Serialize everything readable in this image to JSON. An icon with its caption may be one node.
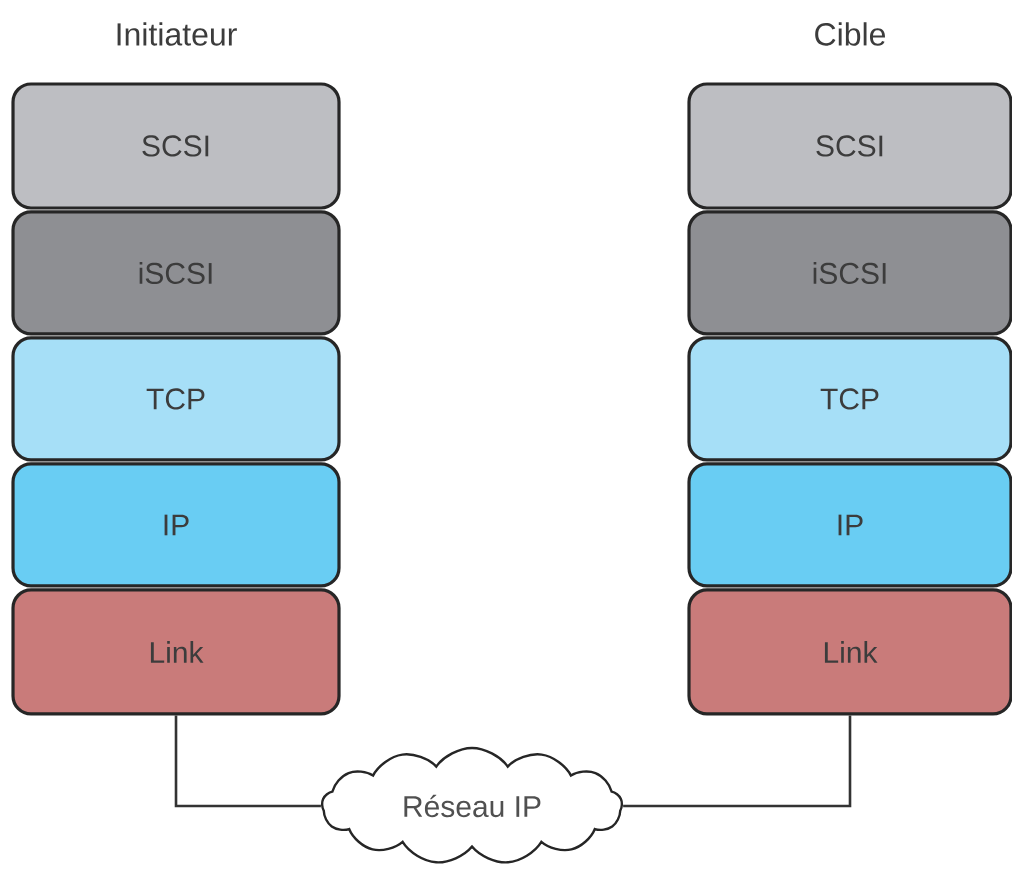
{
  "diagram": {
    "nodes": [
      {
        "text": [
          "SCSI"
        ]
      },
      {
        "text": [
          "iSCSI"
        ]
      },
      {
        "text": [
          "TCP"
        ]
      },
      {
        "text": [
          "IP"
        ]
      },
      {
        "text": [
          "Link"
        ]
      },
      {
        "text": [
          "SCSI"
        ]
      },
      {
        "text": [
          "iSCSI"
        ]
      },
      {
        "text": [
          "TCP"
        ]
      },
      {
        "text": [
          "IP"
        ]
      },
      {
        "text": [
          "Link"
        ]
      },
      {
        "text": [
          "Réseau IP"
        ]
      }
    ],
    "edges": [
      {
        "from": 4,
        "to": 10,
        "arrow": "none"
      },
      {
        "from": 10,
        "to": 9,
        "arrow": "none"
      }
    ],
    "labels": [
      "Initiateur",
      "Cible"
    ]
  }
}
